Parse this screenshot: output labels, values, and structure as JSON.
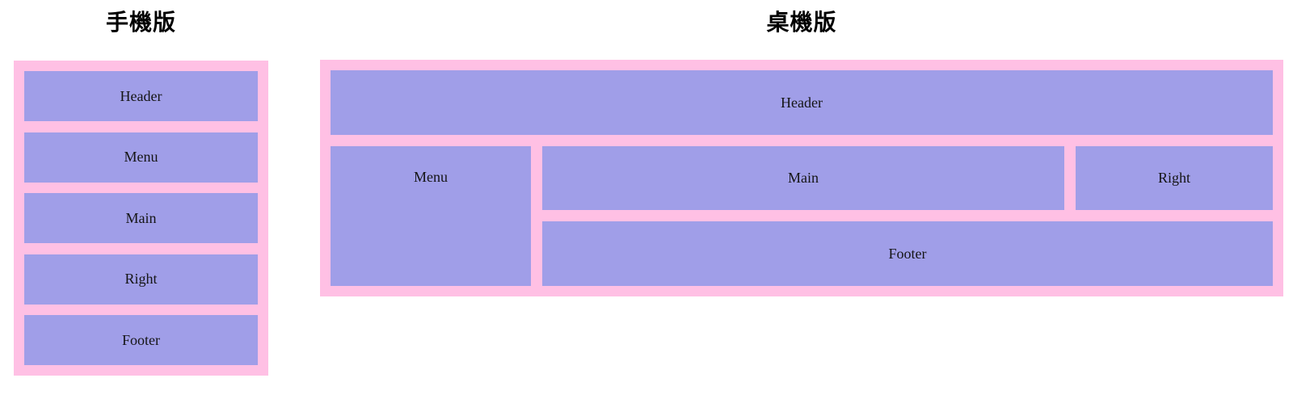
{
  "titles": {
    "mobile": "手機版",
    "desktop": "桌機版"
  },
  "mobile_layout": {
    "boxes": [
      "Header",
      "Menu",
      "Main",
      "Right",
      "Footer"
    ]
  },
  "desktop_layout": {
    "header": "Header",
    "menu": "Menu",
    "main": "Main",
    "right": "Right",
    "footer": "Footer"
  },
  "colors": {
    "container_pink": "#ffc0e4",
    "box_purple": "#a09ee8"
  }
}
